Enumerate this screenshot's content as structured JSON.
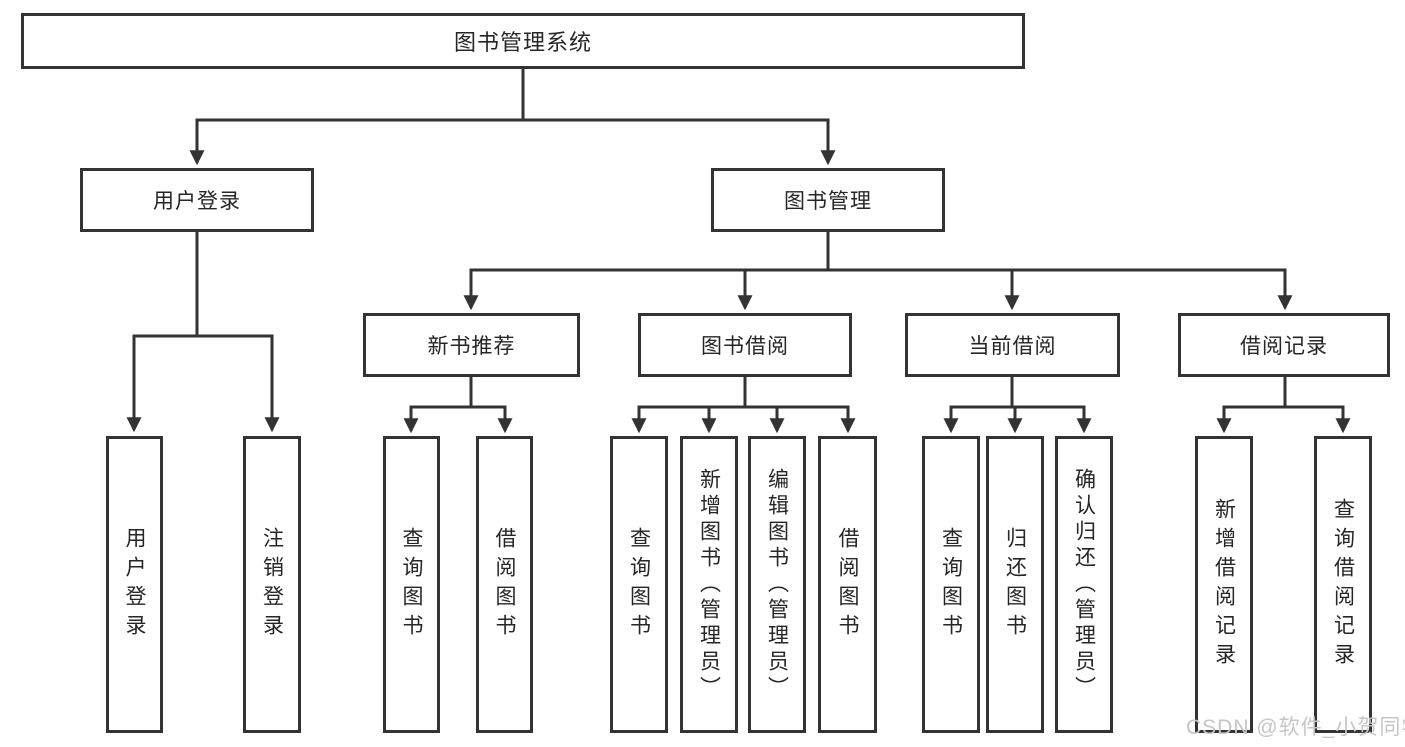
{
  "diagram": {
    "title": "图书管理系统",
    "root": {
      "label": "图书管理系统"
    },
    "level2": [
      {
        "label": "用户登录"
      },
      {
        "label": "图书管理"
      }
    ],
    "level3": [
      {
        "label": "新书推荐",
        "parent": "图书管理"
      },
      {
        "label": "图书借阅",
        "parent": "图书管理"
      },
      {
        "label": "当前借阅",
        "parent": "图书管理"
      },
      {
        "label": "借阅记录",
        "parent": "图书管理"
      }
    ],
    "leaves": [
      {
        "label": "用户登录",
        "parent": "用户登录"
      },
      {
        "label": "注销登录",
        "parent": "用户登录"
      },
      {
        "label": "查询图书",
        "parent": "新书推荐"
      },
      {
        "label": "借阅图书",
        "parent": "新书推荐"
      },
      {
        "label": "查询图书",
        "parent": "图书借阅"
      },
      {
        "label": "新增图书（管理员）",
        "parent": "图书借阅"
      },
      {
        "label": "编辑图书（管理员）",
        "parent": "图书借阅"
      },
      {
        "label": "借阅图书",
        "parent": "图书借阅"
      },
      {
        "label": "查询图书",
        "parent": "当前借阅"
      },
      {
        "label": "归还图书",
        "parent": "当前借阅"
      },
      {
        "label": "确认归还（管理员）",
        "parent": "当前借阅"
      },
      {
        "label": "新增借阅记录",
        "parent": "借阅记录"
      },
      {
        "label": "查询借阅记录",
        "parent": "借阅记录"
      }
    ]
  },
  "watermark": "CSDN @软件_小贺同学",
  "colors": {
    "line": "#333333",
    "border": "#333333",
    "text": "#262626",
    "background": "#ffffff",
    "watermark": "#c6c6c8"
  }
}
